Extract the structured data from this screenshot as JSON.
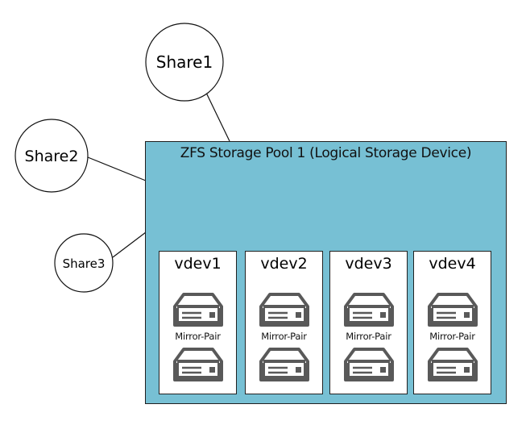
{
  "pool": {
    "title": "ZFS Storage Pool 1 (Logical Storage Device)",
    "fill_color": "#77c0d4"
  },
  "shares": [
    {
      "label": "Share1"
    },
    {
      "label": "Share2"
    },
    {
      "label": "Share3"
    }
  ],
  "vdevs": [
    {
      "name": "vdev1",
      "subtitle": "Mirror-Pair",
      "drives": [
        "drive-icon",
        "drive-icon"
      ]
    },
    {
      "name": "vdev2",
      "subtitle": "Mirror-Pair",
      "drives": [
        "drive-icon",
        "drive-icon"
      ]
    },
    {
      "name": "vdev3",
      "subtitle": "Mirror-Pair",
      "drives": [
        "drive-icon",
        "drive-icon"
      ]
    },
    {
      "name": "vdev4",
      "subtitle": "Mirror-Pair",
      "drives": [
        "drive-icon",
        "drive-icon"
      ]
    }
  ],
  "colors": {
    "drive_icon": "#595959",
    "outline": "#1f1f1f"
  }
}
